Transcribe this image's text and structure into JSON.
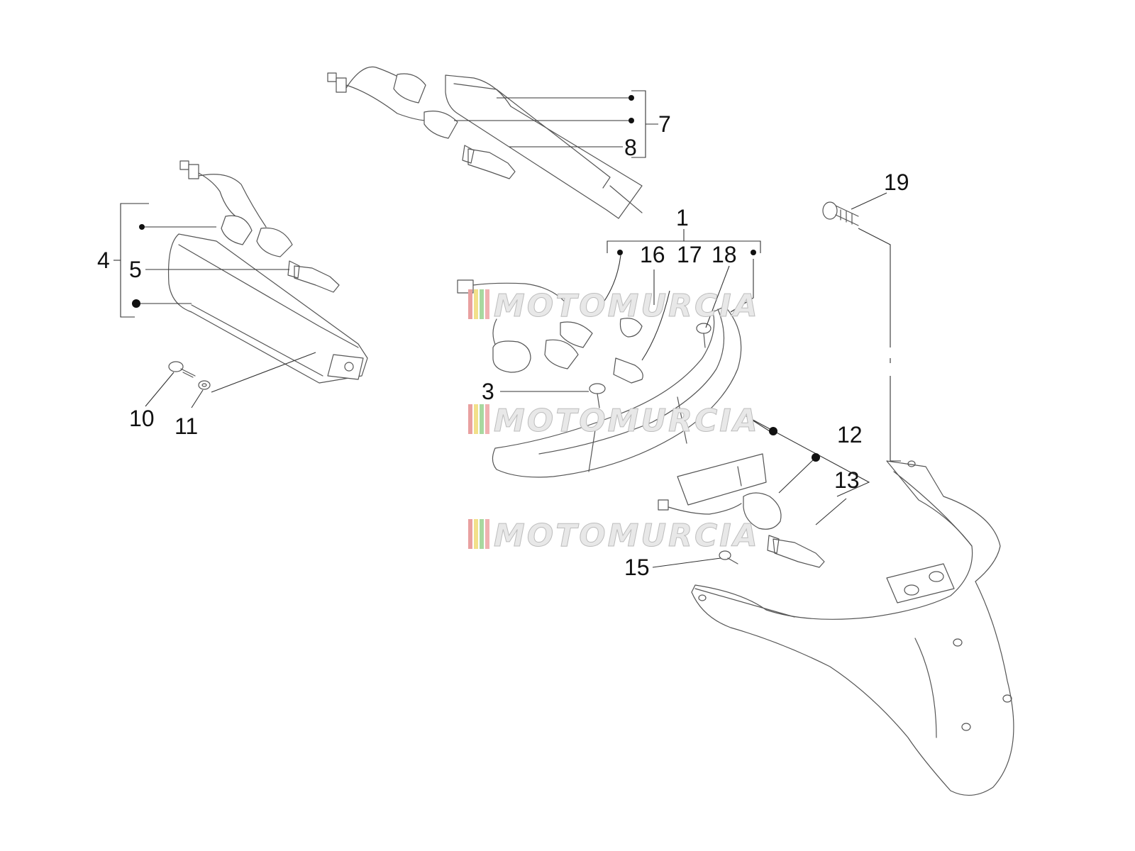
{
  "callouts": {
    "c1": "1",
    "c3": "3",
    "c4": "4",
    "c5": "5",
    "c7": "7",
    "c8": "8",
    "c10": "10",
    "c11": "11",
    "c12": "12",
    "c13": "13",
    "c15": "15",
    "c16": "16",
    "c17": "17",
    "c18": "18",
    "c19": "19"
  },
  "watermark": {
    "text": "MOTOMURCIA",
    "stripe_colors": [
      "#e9a0a0",
      "#f2e08a",
      "#a8d8a0",
      "#f0b0b0"
    ]
  },
  "colors": {
    "line": "#555555",
    "label": "#111111"
  }
}
